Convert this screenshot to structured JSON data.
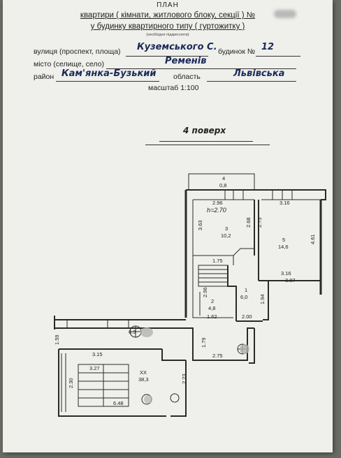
{
  "header": {
    "title": "ПЛАН",
    "line1": "квартири ( кімнати, житлового блоку, секції ) №",
    "line2": "у будинку квартирного типу ( гуртожитку )",
    "line2_hint": "(необхідне підкреслити)"
  },
  "form": {
    "street_label": "вулиця (проспект, площа)",
    "street_value": "Куземського С.",
    "house_label": "будинок №",
    "house_value": "12",
    "city_label": "місто (селище, село)",
    "city_value": "Ременів",
    "district_label": "район",
    "district_value": "Кам'янка-Бузький",
    "region_label": "область",
    "region_value": "Львівська",
    "scale": "масштаб 1:100"
  },
  "floor": "4 поверх",
  "plan_labels": {
    "balcony_num": "4",
    "balcony_area": "0,8",
    "dim_296": "2.96",
    "dim_316a": "3.16",
    "height_note": "h=2.70",
    "dim_363": "3.63",
    "dim_268": "2.68",
    "dim_275": "2.75",
    "room3_num": "3",
    "room3_area": "10,2",
    "room5_num": "5",
    "room5_area": "14,6",
    "dim_461": "4.61",
    "dim_175": "1.75",
    "dim_316b": "3.16",
    "dim_307": "3.07",
    "room1_num": "1",
    "room1_area": "6,0",
    "dim_194": "1.94",
    "dim_296v": "2.96",
    "room2_num": "2",
    "room2_area": "4,8",
    "dim_162": "1.62",
    "dim_200": "2.00",
    "dim_63": "6.3",
    "dim_159": "1.59",
    "dim_179": "1.79",
    "dim_315": "3.15",
    "dim_275b": "2.75",
    "dim_327": "3.27",
    "roomxx_num": "XX",
    "roomxx_area": "38,3",
    "dim_230": "2.30",
    "dim_223": "2.23",
    "dim_648": "6.48"
  }
}
